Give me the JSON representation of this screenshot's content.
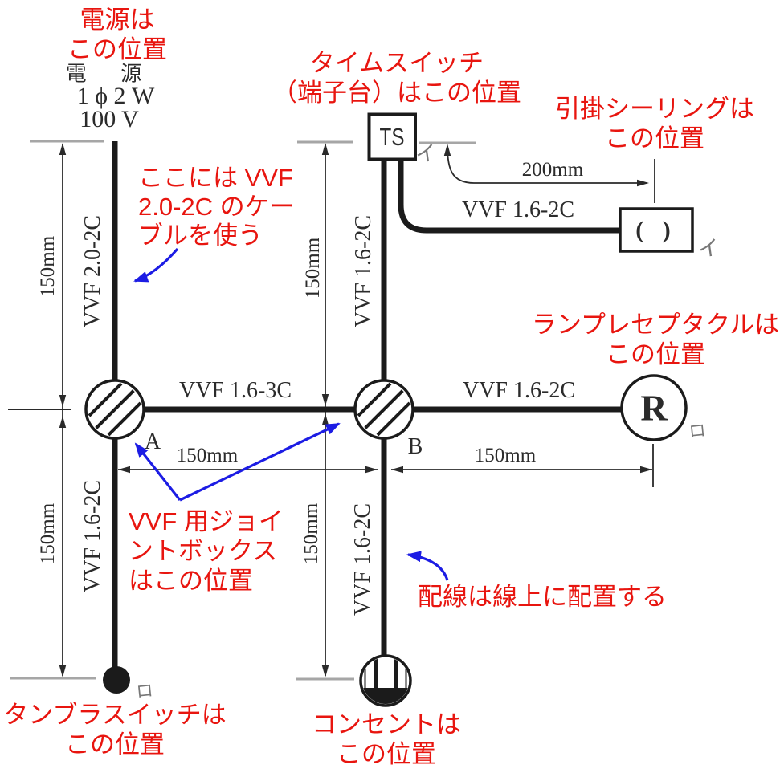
{
  "colors": {
    "annotation_red": "#e8150f",
    "arrow_blue": "#1c1ce4",
    "line_black": "#1b1b1b",
    "tick_gray": "#a6a6a6"
  },
  "power_source": {
    "title": "電 源",
    "spec": "1 ϕ 2 W",
    "voltage": "100 V"
  },
  "notes": {
    "power": [
      "電源は",
      "この位置"
    ],
    "time_switch": [
      "タイムスイッチ",
      "（端子台）はこの位置"
    ],
    "ceiling": [
      "引掛シーリングは",
      "この位置"
    ],
    "vvf20_cable": [
      "ここには VVF",
      "2.0-2C のケー",
      "ブルを使う"
    ],
    "lamp": [
      "ランプレセプタクルは",
      "この位置"
    ],
    "joint_box": [
      "VVF 用ジョイ",
      "ントボックス",
      "はこの位置"
    ],
    "wiring": "配線は線上に配置する",
    "outlet": [
      "コンセントは",
      "この位置"
    ],
    "switch": [
      "タンブラスイッチは",
      "この位置"
    ]
  },
  "cable_labels": {
    "power_drop": "VVF 2.0-2C",
    "ts_drop": "VVF 1.6-2C",
    "a_to_b": "VVF 1.6-3C",
    "b_to_r": "VVF 1.6-2C",
    "ts_to_ceiling": "VVF 1.6-2C",
    "a_to_switch": "VVF 1.6-2C",
    "b_to_outlet": "VVF 1.6-2C"
  },
  "dimensions": {
    "left_top": "150mm",
    "left_bottom": "150mm",
    "mid_top": "150mm",
    "mid_bottom": "150mm",
    "a_b": "150mm",
    "b_r": "150mm",
    "ceiling_offset": "200mm"
  },
  "devices": {
    "time_switch": "TS",
    "receptacle": "R",
    "ceiling_symbol": "( )",
    "joint_a": "A",
    "joint_b": "B"
  },
  "circuit_marks": {
    "i_ts": "イ",
    "i_ceiling": "イ",
    "ro_receptacle": "ロ",
    "ro_switch": "ロ"
  }
}
